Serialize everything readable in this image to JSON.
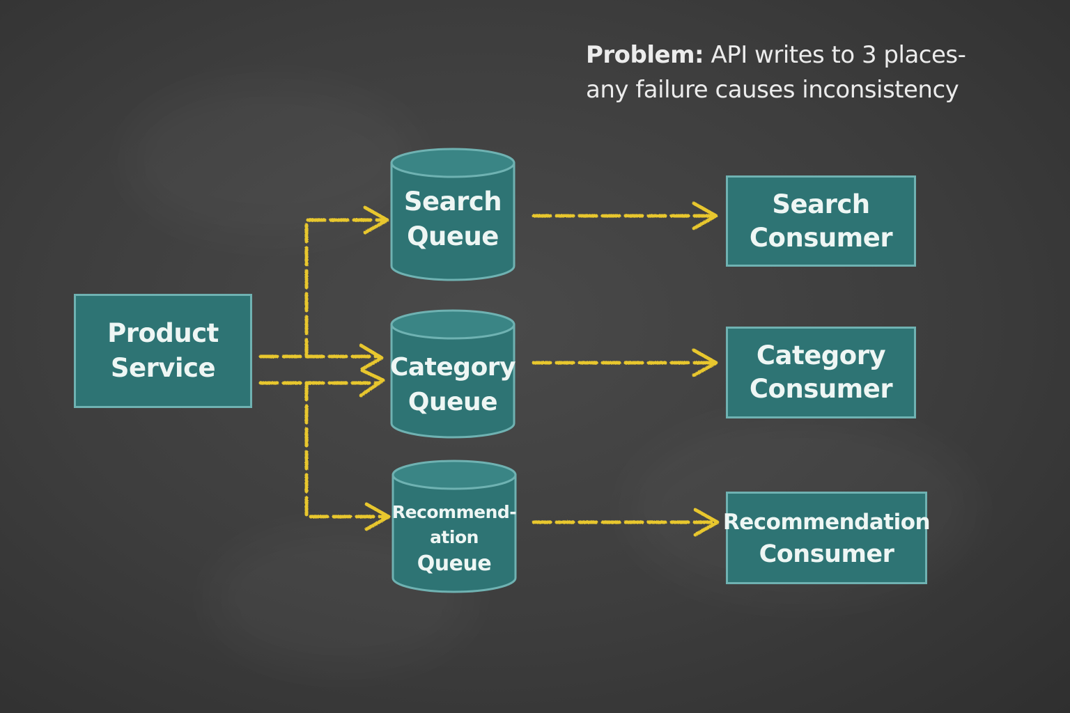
{
  "problem": {
    "label": "Problem:",
    "line1": "API writes to 3 places-",
    "line2": "any failure causes inconsistency"
  },
  "producer": {
    "line1": "Product",
    "line2": "Service"
  },
  "queues": [
    {
      "line1": "Search",
      "line2": "Queue"
    },
    {
      "line1": "Category",
      "line2": "Queue"
    },
    {
      "line1": "Recommend-",
      "line2": "ation",
      "line3": "Queue"
    }
  ],
  "consumers": [
    {
      "line1": "Search",
      "line2": "Consumer"
    },
    {
      "line1": "Category",
      "line2": "Consumer"
    },
    {
      "line1": "Recommendation",
      "line2": "Consumer"
    }
  ],
  "colors": {
    "board": "#3d3d3d",
    "node_fill": "#2e7474",
    "node_border": "#6fb2b2",
    "arrow": "#e8c72e",
    "text": "#eef6f4"
  }
}
